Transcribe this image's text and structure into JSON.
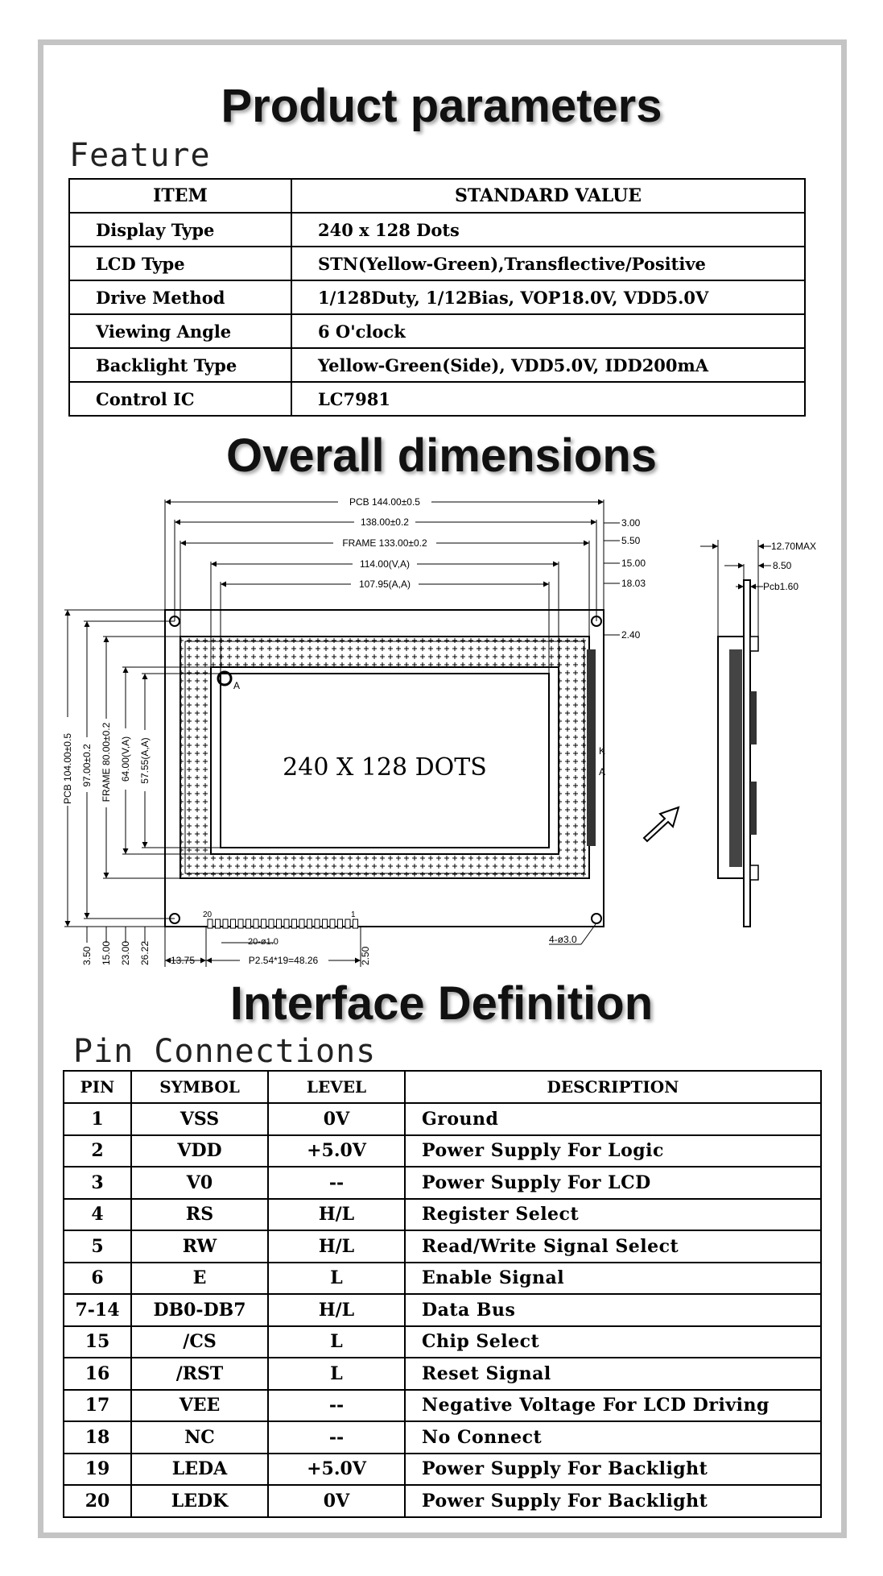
{
  "titles": {
    "product_parameters": "Product parameters",
    "overall_dimensions": "Overall dimensions",
    "interface_definition": "Interface Definition"
  },
  "feature": {
    "heading": "Feature",
    "columns": [
      "ITEM",
      "STANDARD VALUE"
    ],
    "rows": [
      {
        "item": "Display Type",
        "value": "240 x 128 Dots"
      },
      {
        "item": "LCD Type",
        "value": "STN(Yellow-Green),Transflective/Positive"
      },
      {
        "item": "Drive Method",
        "value": "1/128Duty, 1/12Bias, VOP18.0V, VDD5.0V"
      },
      {
        "item": "Viewing Angle",
        "value": "6 O'clock"
      },
      {
        "item": "Backlight Type",
        "value": "Yellow-Green(Side), VDD5.0V, IDD200mA"
      },
      {
        "item": "Control IC",
        "value": "LC7981"
      }
    ]
  },
  "drawing": {
    "dots_label": "240 X 128 DOTS",
    "pcb_w": "PCB 144.00±0.5",
    "w138": "138.00±0.2",
    "frame_w": "FRAME 133.00±0.2",
    "va_w": "114.00(V,A)",
    "aa_w": "107.95(A,A)",
    "r300": "3.00",
    "r550": "5.50",
    "r1500": "15.00",
    "r1803": "18.03",
    "r240": "2.40",
    "pcb_h": "PCB 104.00±0.5",
    "h97": "97.00±0.2",
    "frame_h": "FRAME 80.00±0.2",
    "va_h": "64.00(V,A)",
    "aa_h": "57.55(A,A)",
    "b350": "3.50",
    "b1500": "15.00",
    "b2300": "23.00",
    "b2622": "26.22",
    "b1375": "13.75",
    "pitch": "P2.54*19=48.26",
    "holes_pin": "20-ø1.0",
    "b250": "2.50",
    "mount_holes": "4-ø3.0",
    "pin20": "20",
    "pin1": "1",
    "mark_a": "A",
    "mark_k": "K",
    "mark_a2": "A",
    "side_max": "12.70MAX",
    "side_850": "8.50",
    "side_pcb": "Pcb1.60"
  },
  "pins": {
    "heading": "Pin Connections",
    "columns": [
      "PIN",
      "SYMBOL",
      "LEVEL",
      "DESCRIPTION"
    ],
    "rows": [
      {
        "pin": "1",
        "symbol": "VSS",
        "level": "0V",
        "desc": "Ground"
      },
      {
        "pin": "2",
        "symbol": "VDD",
        "level": "+5.0V",
        "desc": "Power Supply For Logic"
      },
      {
        "pin": "3",
        "symbol": "V0",
        "level": "--",
        "desc": "Power Supply For LCD"
      },
      {
        "pin": "4",
        "symbol": "RS",
        "level": "H/L",
        "desc": "Register Select"
      },
      {
        "pin": "5",
        "symbol": "RW",
        "level": "H/L",
        "desc": "Read/Write Signal Select"
      },
      {
        "pin": "6",
        "symbol": "E",
        "level": "L",
        "desc": "Enable Signal"
      },
      {
        "pin": "7-14",
        "symbol": "DB0-DB7",
        "level": "H/L",
        "desc": "Data Bus"
      },
      {
        "pin": "15",
        "symbol": "/CS",
        "level": "L",
        "desc": "Chip Select"
      },
      {
        "pin": "16",
        "symbol": "/RST",
        "level": "L",
        "desc": "Reset Signal"
      },
      {
        "pin": "17",
        "symbol": "VEE",
        "level": "--",
        "desc": "Negative Voltage For LCD Driving"
      },
      {
        "pin": "18",
        "symbol": "NC",
        "level": "--",
        "desc": "No Connect"
      },
      {
        "pin": "19",
        "symbol": "LEDA",
        "level": "+5.0V",
        "desc": "Power Supply For Backlight"
      },
      {
        "pin": "20",
        "symbol": "LEDK",
        "level": "0V",
        "desc": "Power Supply For Backlight"
      }
    ]
  }
}
